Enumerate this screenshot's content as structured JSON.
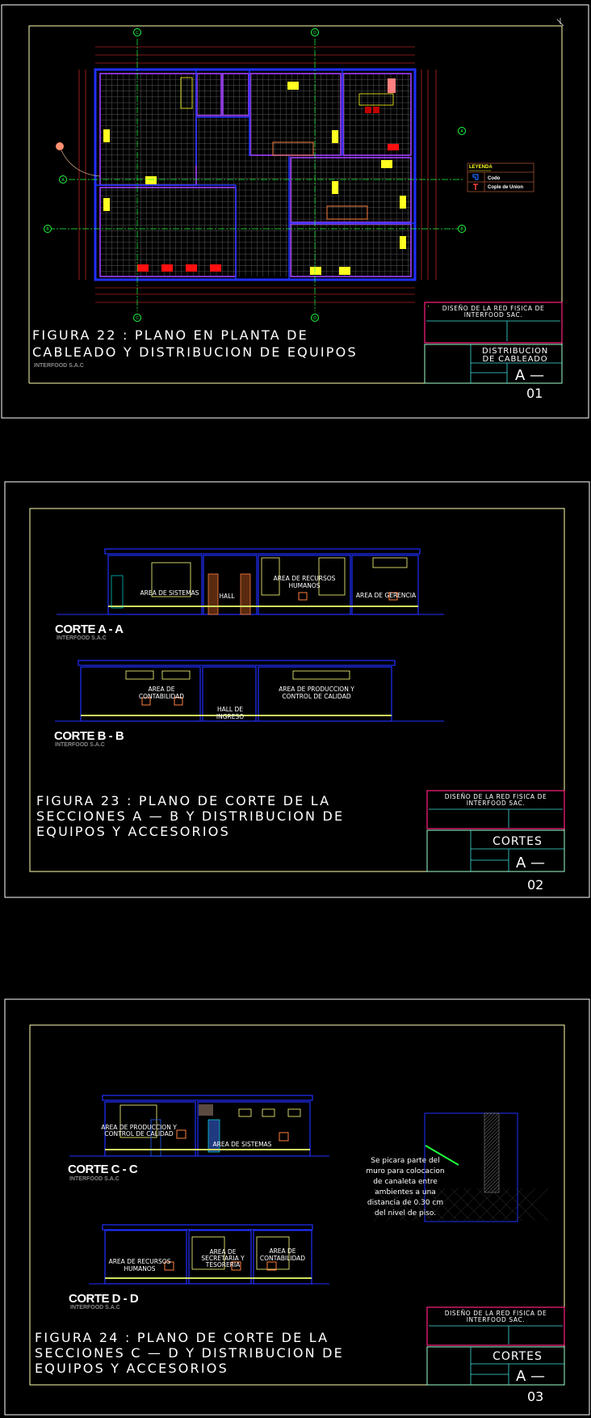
{
  "sheets": [
    {
      "figure_line1": "FIGURA 22 : PLANO EN PLANTA DE",
      "figure_line2": "CABLEADO Y DISTRIBUCION DE EQUIPOS",
      "company": "INTERFOOD S.A.C",
      "project_line1": "DISEÑO DE LA RED FISICA DE",
      "project_line2": "INTERFOOD SAC.",
      "sheet_title_line1": "DISTRIBUCION",
      "sheet_title_line2": "DE CABLEADO",
      "sheet_code": "A —",
      "sheet_number": "01"
    },
    {
      "figure_line1": "FIGURA 23 : PLANO DE CORTE DE LA",
      "figure_line2": "SECCIONES A — B Y DISTRIBUCION DE",
      "figure_line3": "EQUIPOS Y ACCESORIOS",
      "company": "INTERFOOD S.A.C",
      "project_line1": "DISEÑO DE LA RED FISICA DE",
      "project_line2": "INTERFOOD SAC.",
      "sheet_title": "CORTES",
      "sheet_code": "A —",
      "sheet_number": "02"
    },
    {
      "figure_line1": "FIGURA 24 : PLANO DE CORTE DE LA",
      "figure_line2": "SECCIONES C — D Y DISTRIBUCION DE",
      "figure_line3": "EQUIPOS Y ACCESORIOS",
      "company": "INTERFOOD S.A.C",
      "project_line1": "DISEÑO DE LA RED FISICA DE",
      "project_line2": "INTERFOOD SAC.",
      "sheet_title": "CORTES",
      "sheet_code": "A —",
      "sheet_number": "03"
    }
  ],
  "plan": {
    "axis_labels": [
      "C",
      "D",
      "A",
      "B"
    ],
    "legend": {
      "title": "LEYENDA",
      "items": [
        {
          "icon": "elbow-icon",
          "label": "Codo",
          "color": "#1e6cff"
        },
        {
          "icon": "union-coupling-icon",
          "label": "Cople de Union",
          "color": "#ff4040"
        }
      ]
    }
  },
  "sections": {
    "a": {
      "title": "CORTE A - A",
      "company": "INTERFOOD S.A.C",
      "rooms": [
        "AREA DE SISTEMAS",
        "HALL",
        "AREA DE RECURSOS",
        "HUMANOS",
        "AREA DE GERENCIA"
      ]
    },
    "b": {
      "title": "CORTE B - B",
      "company": "INTERFOOD S.A.C",
      "rooms": [
        "AREA DE",
        "CONTABILIDAD",
        "HALL DE",
        "INGRESO",
        "AREA DE PRODUCCION Y",
        "CONTROL DE CALIDAD"
      ]
    },
    "c": {
      "title": "CORTE C - C",
      "company": "INTERFOOD S.A.C",
      "rooms": [
        "AREA DE PRODUCCION Y",
        "CONTROL DE CALIDAD",
        "AREA DE SISTEMAS"
      ]
    },
    "d": {
      "title": "CORTE D - D",
      "company": "INTERFOOD S.A.C",
      "rooms": [
        "AREA DE RECURSOS",
        "HUMANOS",
        "AREA DE",
        "SECRETARIA Y",
        "TESORERIA",
        "AREA DE",
        "CONTABILIDAD"
      ]
    },
    "detail_note": [
      "Se picara parte del",
      "muro para colocacion",
      "de canaleta entre",
      "ambientes a una",
      "distancia de 0.30 cm",
      "del nivel de piso."
    ]
  },
  "colors": {
    "frame": "#ffffff",
    "inner_frame": "#ffffb0",
    "walls": "#2030ff",
    "partition": "#a040ff",
    "axis": "#20ff40",
    "title_block_top": "#ff2080",
    "title_block_bottom": "#a0ffd0",
    "dims": "#ff3030"
  }
}
